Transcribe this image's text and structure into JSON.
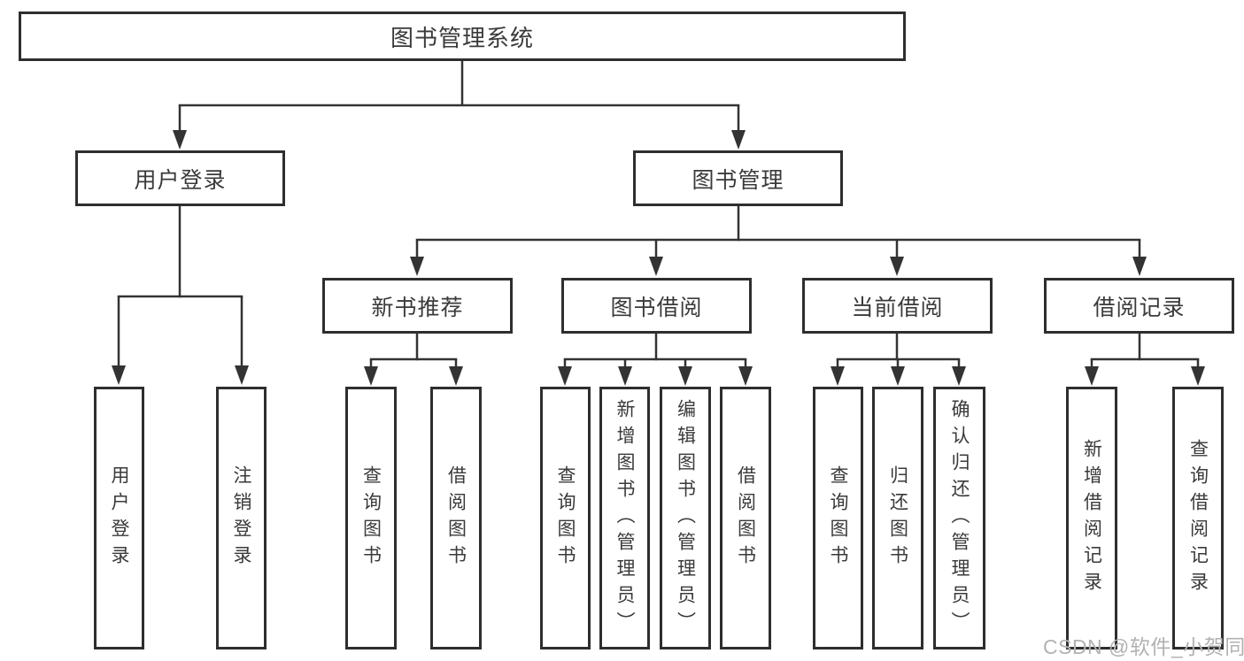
{
  "diagram": {
    "root": {
      "label": "图书管理系统",
      "children": [
        {
          "label": "用户登录",
          "children": [
            {
              "label": "用户登录"
            },
            {
              "label": "注销登录"
            }
          ]
        },
        {
          "label": "图书管理",
          "children": [
            {
              "label": "新书推荐",
              "children": [
                {
                  "label": "查询图书"
                },
                {
                  "label": "借阅图书"
                }
              ]
            },
            {
              "label": "图书借阅",
              "children": [
                {
                  "label": "查询图书"
                },
                {
                  "label": "新增图书（管理员）"
                },
                {
                  "label": "编辑图书（管理员）"
                },
                {
                  "label": "借阅图书"
                }
              ]
            },
            {
              "label": "当前借阅",
              "children": [
                {
                  "label": "查询图书"
                },
                {
                  "label": "归还图书"
                },
                {
                  "label": "确认归还（管理员）"
                }
              ]
            },
            {
              "label": "借阅记录",
              "children": [
                {
                  "label": "新增借阅记录"
                },
                {
                  "label": "查询借阅记录"
                }
              ]
            }
          ]
        }
      ]
    }
  },
  "watermark": {
    "text": "CSDN @软件_小贺同学"
  },
  "colors": {
    "line": "#333333",
    "box_border": "#2e2e2e",
    "box_fill": "#ffffff",
    "label_text": "#3a3a3a",
    "watermark_text": "#b2b2b2",
    "background": "#ffffff"
  }
}
